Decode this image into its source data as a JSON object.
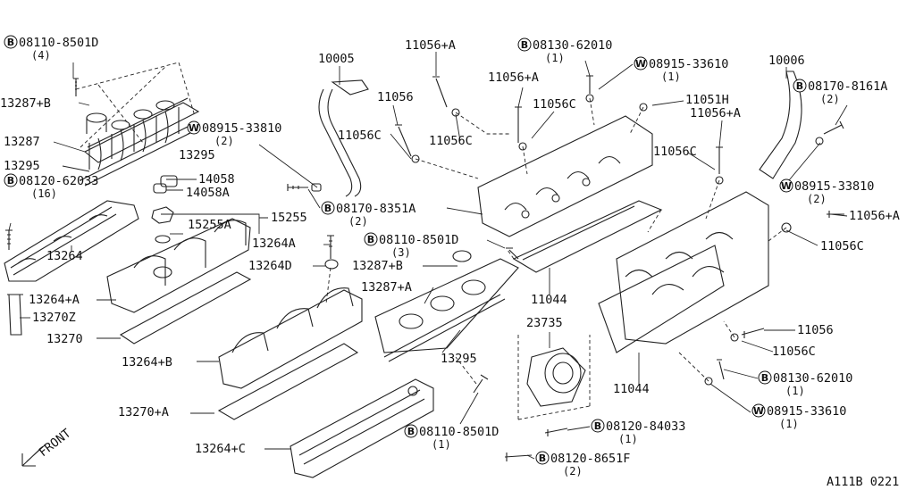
{
  "code": "A111B 0221",
  "front": "FRONT",
  "labels": [
    {
      "id": "l1",
      "t": "08110-8501D",
      "pre": "B",
      "q": "(4)"
    },
    {
      "id": "l2",
      "t": "13287+B"
    },
    {
      "id": "l3",
      "t": "13287"
    },
    {
      "id": "l4",
      "t": "13295"
    },
    {
      "id": "l5",
      "t": "08120-62033",
      "pre": "B",
      "q": "(16)"
    },
    {
      "id": "l6",
      "t": "08915-33810",
      "pre": "W",
      "q": "(2)"
    },
    {
      "id": "l7",
      "t": "13295"
    },
    {
      "id": "l8",
      "t": "14058"
    },
    {
      "id": "l9",
      "t": "14058A"
    },
    {
      "id": "l10",
      "t": "15255"
    },
    {
      "id": "l11",
      "t": "15255A"
    },
    {
      "id": "l12",
      "t": "13264"
    },
    {
      "id": "l13",
      "t": "13264+A"
    },
    {
      "id": "l14",
      "t": "13270Z"
    },
    {
      "id": "l15",
      "t": "13270"
    },
    {
      "id": "l16",
      "t": "13264A"
    },
    {
      "id": "l17",
      "t": "13264D"
    },
    {
      "id": "l18",
      "t": "13264+B"
    },
    {
      "id": "l19",
      "t": "13270+A"
    },
    {
      "id": "l20",
      "t": "13264+C"
    },
    {
      "id": "l21",
      "t": "10005"
    },
    {
      "id": "l22",
      "t": "11056+A"
    },
    {
      "id": "l23",
      "t": "11056"
    },
    {
      "id": "l24",
      "t": "11056C"
    },
    {
      "id": "l25",
      "t": "11056C"
    },
    {
      "id": "l26",
      "t": "08170-8351A",
      "pre": "B",
      "q": "(2)"
    },
    {
      "id": "l27",
      "t": "08110-8501D",
      "pre": "B",
      "q": "(3)"
    },
    {
      "id": "l28",
      "t": "13287+B"
    },
    {
      "id": "l29",
      "t": "13287+A"
    },
    {
      "id": "l30",
      "t": "13295"
    },
    {
      "id": "l31",
      "t": "08110-8501D",
      "pre": "B",
      "q": "(1)"
    },
    {
      "id": "l32",
      "t": "08130-62010",
      "pre": "B",
      "q": "(1)"
    },
    {
      "id": "l33",
      "t": "11056+A"
    },
    {
      "id": "l34",
      "t": "08915-33610",
      "pre": "W",
      "q": "(1)"
    },
    {
      "id": "l35",
      "t": "11056C"
    },
    {
      "id": "l36",
      "t": "11051H"
    },
    {
      "id": "l37",
      "t": "11056+A"
    },
    {
      "id": "l38",
      "t": "11056C"
    },
    {
      "id": "l39",
      "t": "11044"
    },
    {
      "id": "l40",
      "t": "23735"
    },
    {
      "id": "l41",
      "t": "08120-84033",
      "pre": "B",
      "q": "(1)"
    },
    {
      "id": "l42",
      "t": "08120-8651F",
      "pre": "B",
      "q": "(2)"
    },
    {
      "id": "l43",
      "t": "10006"
    },
    {
      "id": "l44",
      "t": "08170-8161A",
      "pre": "B",
      "q": "(2)"
    },
    {
      "id": "l45",
      "t": "08915-33810",
      "pre": "W",
      "q": "(2)"
    },
    {
      "id": "l46",
      "t": "11056+A"
    },
    {
      "id": "l47",
      "t": "11056C"
    },
    {
      "id": "l48",
      "t": "11056"
    },
    {
      "id": "l49",
      "t": "11056C"
    },
    {
      "id": "l50",
      "t": "11044"
    },
    {
      "id": "l51",
      "t": "08130-62010",
      "pre": "B",
      "q": "(1)"
    },
    {
      "id": "l52",
      "t": "08915-33610",
      "pre": "W",
      "q": "(1)"
    }
  ]
}
